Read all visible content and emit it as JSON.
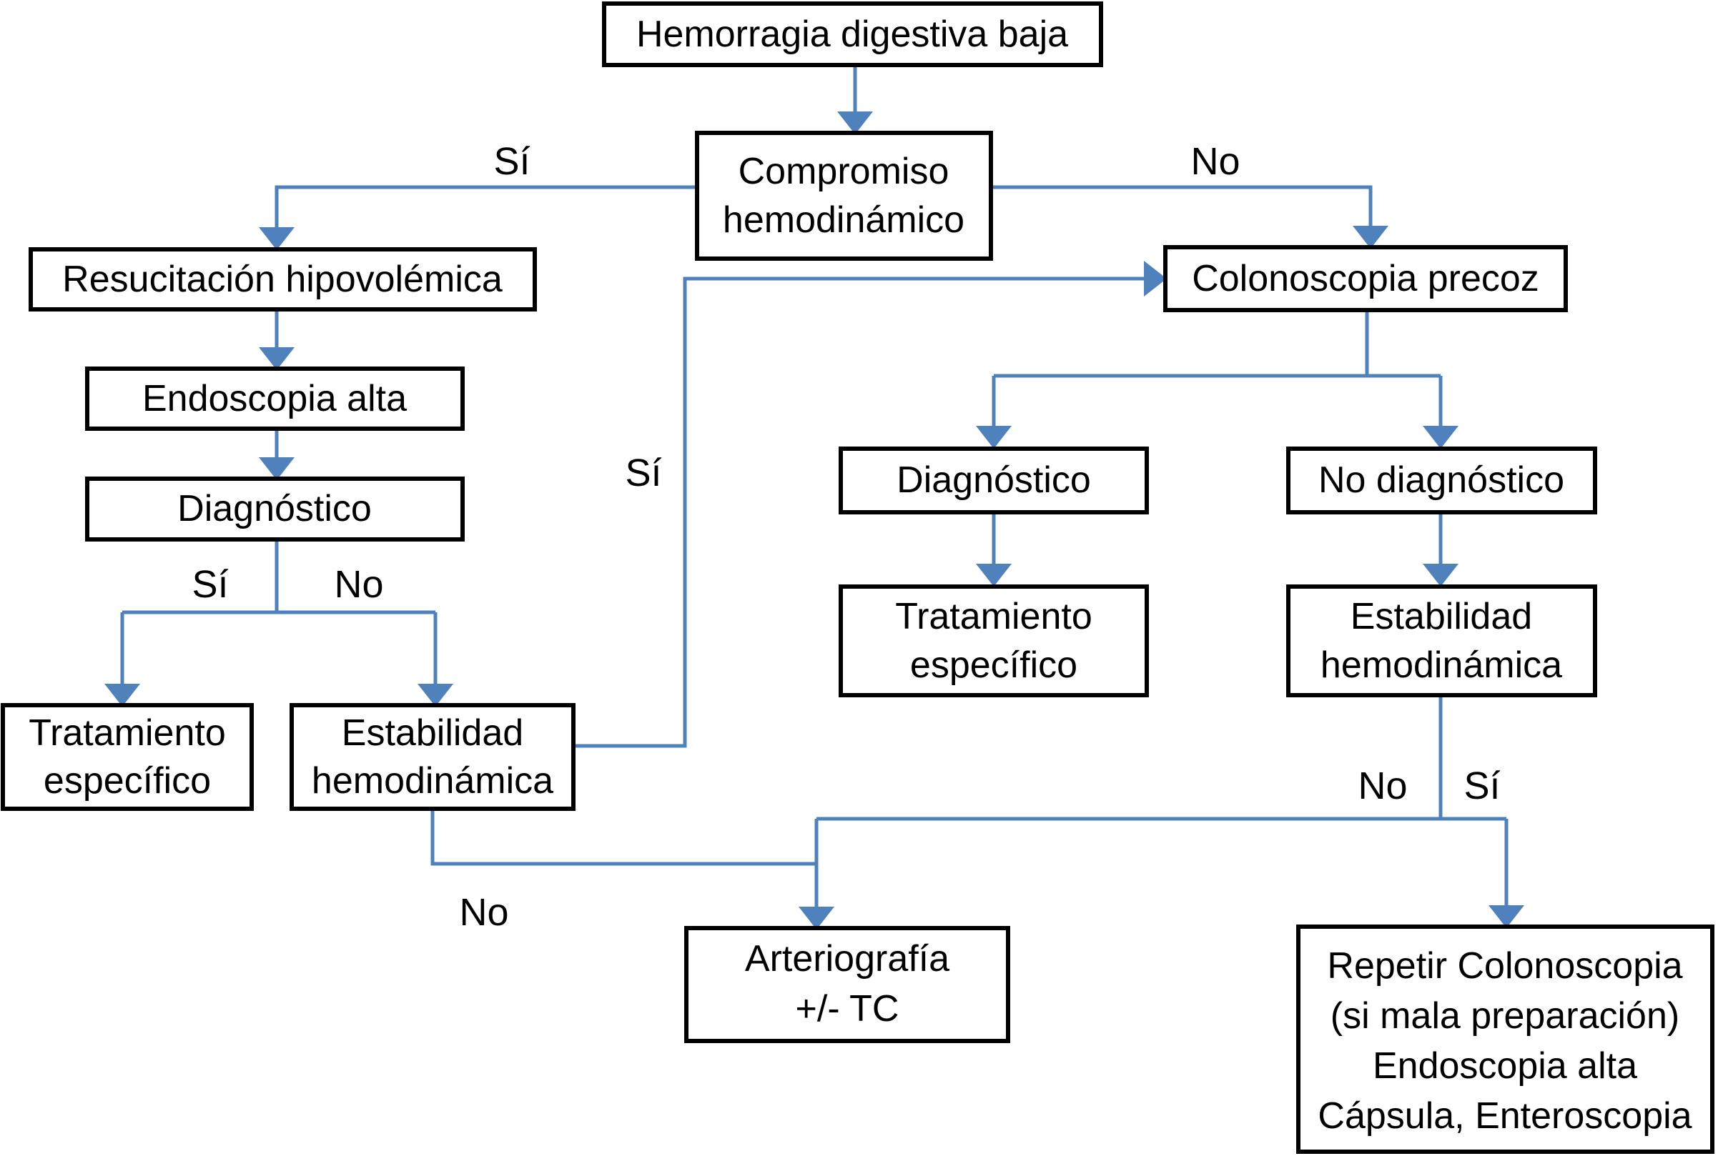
{
  "colors": {
    "connector_blue": "#4f81bd",
    "box_border": "#000000",
    "box_fill": "#ffffff",
    "text": "#000000",
    "background": "#ffffff"
  },
  "nodes": {
    "hemorragia": {
      "label": "Hemorragia digestiva baja"
    },
    "compromiso": {
      "lines": [
        "Compromiso",
        "hemodinámico"
      ]
    },
    "resucitacion": {
      "label": "Resucitación hipovolémica"
    },
    "endoscopia_alta": {
      "label": "Endoscopia alta"
    },
    "diagnostico_izq": {
      "label": "Diagnóstico"
    },
    "tratamiento_izq": {
      "lines": [
        "Tratamiento",
        "específico"
      ]
    },
    "estabilidad_izq": {
      "lines": [
        "Estabilidad",
        "hemodinámica"
      ]
    },
    "colonoscopia_precoz": {
      "label": "Colonoscopia precoz"
    },
    "diagnostico_der": {
      "label": "Diagnóstico"
    },
    "no_diagnostico": {
      "label": "No diagnóstico"
    },
    "tratamiento_der": {
      "lines": [
        "Tratamiento",
        "específico"
      ]
    },
    "estabilidad_der": {
      "lines": [
        "Estabilidad",
        "hemodinámica"
      ]
    },
    "arteriografia": {
      "lines": [
        "Arteriografía",
        "+/- TC"
      ]
    },
    "repetir_colonoscopia": {
      "lines": [
        "Repetir Colonoscopia",
        "(si mala preparación)",
        "Endoscopia alta",
        "Cápsula, Enteroscopia"
      ]
    }
  },
  "edge_labels": {
    "compromiso_si": "Sí",
    "compromiso_no": "No",
    "diagnostico_izq_si": "Sí",
    "diagnostico_izq_no": "No",
    "estabilidad_izq_si": "Sí",
    "estabilidad_izq_no": "No",
    "estabilidad_der_no": "No",
    "estabilidad_der_si": "Sí"
  }
}
